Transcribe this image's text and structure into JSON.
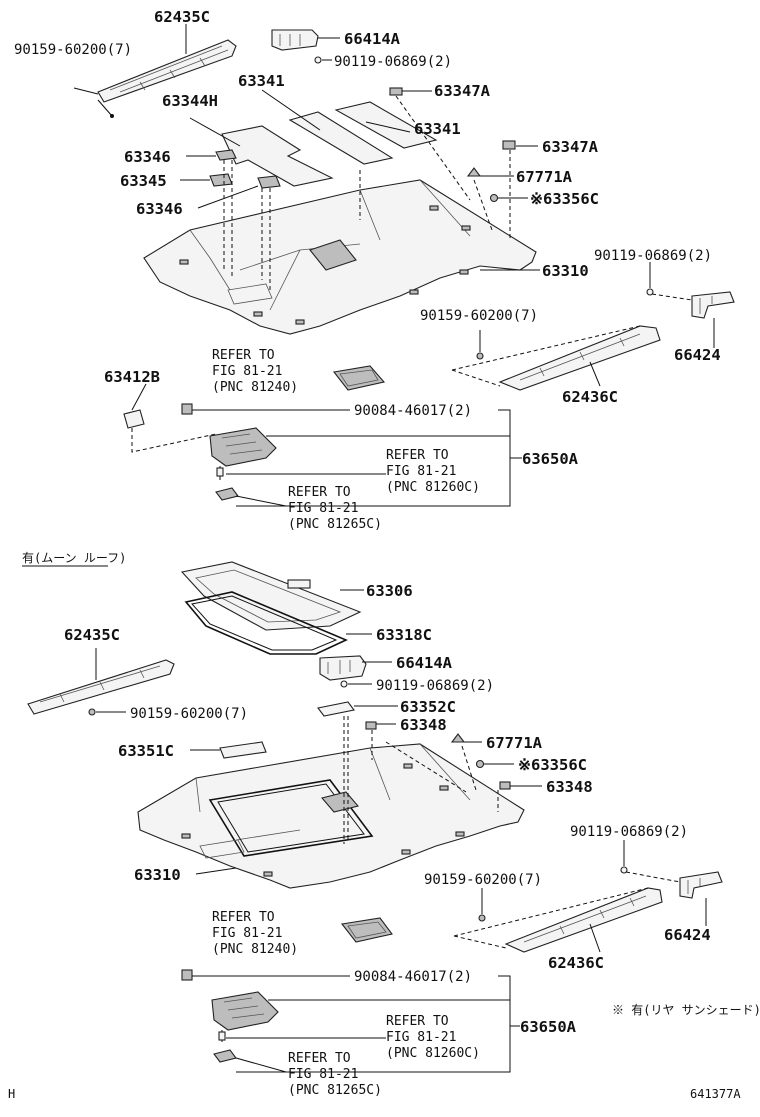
{
  "labels": {
    "u_62435C": "62435C",
    "u_90159_top": "90159-60200(7)",
    "u_66414A": "66414A",
    "u_90119_top": "90119-06869(2)",
    "u_63341_a": "63341",
    "u_63344H": "63344H",
    "u_63347A_a": "63347A",
    "u_63341_b": "63341",
    "u_63346_a": "63346",
    "u_63347A_b": "63347A",
    "u_63345": "63345",
    "u_67771A": "67771A",
    "u_63346_b": "63346",
    "u_63356C": "※63356C",
    "u_90119_right": "90119-06869(2)",
    "u_63310": "63310",
    "u_90159_mid": "90159-60200(7)",
    "u_66424": "66424",
    "u_63412B": "63412B",
    "u_62436C": "62436C",
    "u_90084": "90084-46017(2)",
    "u_63650A": "63650A",
    "l_63306": "63306",
    "l_62435C": "62435C",
    "l_63318C": "63318C",
    "l_66414A": "66414A",
    "l_90119": "90119-06869(2)",
    "l_90159_left": "90159-60200(7)",
    "l_63352C": "63352C",
    "l_63348_a": "63348",
    "l_63351C": "63351C",
    "l_67771A": "67771A",
    "l_63356C": "※63356C",
    "l_63348_b": "63348",
    "l_90119_right": "90119-06869(2)",
    "l_63310": "63310",
    "l_90159_right": "90159-60200(7)",
    "l_66424": "66424",
    "l_62436C": "62436C",
    "l_90084": "90084-46017(2)",
    "l_63650A": "63650A"
  },
  "refs": {
    "u_81240": [
      "REFER TO",
      "FIG 81-21",
      "(PNC 81240)"
    ],
    "u_81260C": [
      "REFER TO",
      "FIG 81-21",
      "(PNC 81260C)"
    ],
    "u_81265C": [
      "REFER TO",
      "FIG 81-21",
      "(PNC 81265C)"
    ],
    "l_81240": [
      "REFER TO",
      "FIG 81-21",
      "(PNC 81240)"
    ],
    "l_81260C": [
      "REFER TO",
      "FIG 81-21",
      "(PNC 81260C)"
    ],
    "l_81265C": [
      "REFER TO",
      "FIG 81-21",
      "(PNC 81265C)"
    ]
  },
  "notes": {
    "moonroof": "有(ムーン ルーフ)",
    "rear_sunshade": "※ 有(リヤ サンシェード)",
    "corner_left": "H",
    "figure_code": "641377A"
  }
}
